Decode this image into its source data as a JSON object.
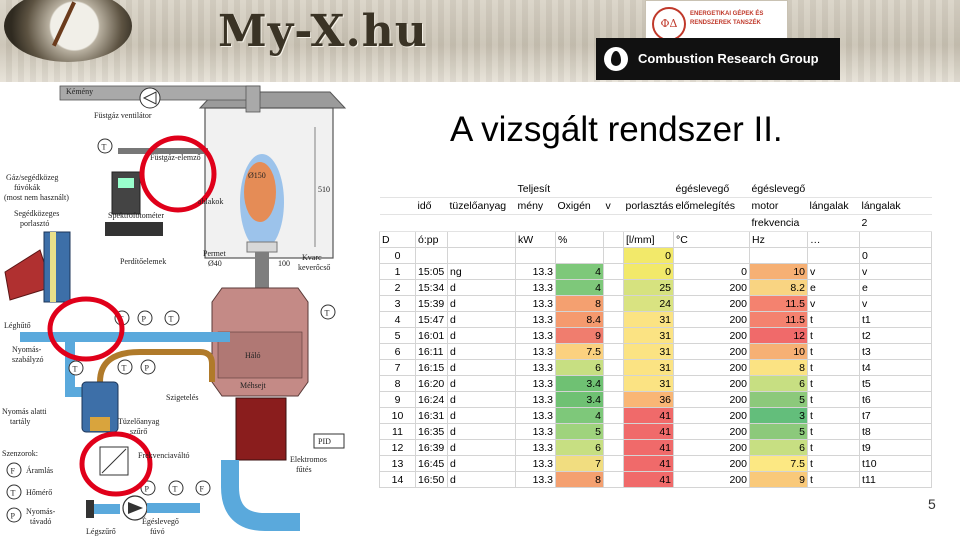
{
  "header": {
    "site_title": "My-X.hu",
    "dept_logo": {
      "emblem": "ΦΔ",
      "lines": [
        "ENERGETIKAI GÉPEK ÉS",
        "RENDSZEREK TANSZÉK",
        ""
      ]
    },
    "crg_logo": "Combustion Research Group"
  },
  "slide": {
    "title": "A vizsgált rendszer II.",
    "page_number": "5"
  },
  "diagram": {
    "labels": {
      "kemeny": "Kémény",
      "fustgaz_ventilator": "Füstgáz ventilátor",
      "fustgaz_elemzo": "Füstgáz-elemző",
      "ablakok": "ablakok",
      "gaz_segedkozeg": "Gáz/segédközeg",
      "furokak": "fúvókák",
      "nem_hasznalt": "(most nem használt)",
      "segedkozeges": "Segédközeges",
      "porlaszto": "porlasztó",
      "spektrofotometer": "Spektrofotométer",
      "perditoelemek": "Perdítőelemek",
      "permet": "Permet",
      "permet_d": "Ø40",
      "kvarc1": "Kvarc",
      "kvarc2": "keverőcső",
      "leghuto": "Léghűtő",
      "nyomas_szabalyzo1": "Nyomás-",
      "nyomas_szabalyzo2": "szabályzó",
      "halo": "Háló",
      "mehsejt": "Méhsejt",
      "szigeteles": "Szigetelés",
      "nyomas_alatti1": "Nyomás alatti",
      "nyomas_alatti2": "tartály",
      "tuzeloanyag1": "Tüzelőanyag",
      "tuzeloanyag2": "szűrő",
      "szenzorok": "Szenzorok:",
      "aramlas": "Áramlás",
      "homero": "Hőmérő",
      "nyomastavado1": "Nyomás-",
      "nyomastavado2": "távadó",
      "frekvenciavalto": "Frekvenciaváltó",
      "pid": "PID",
      "elektromos1": "Elektromos",
      "elektromos2": "fűtés",
      "egeslevego1": "Égéslevegő",
      "egeslevego2": "fúvó",
      "legszuro": "Légszűrő",
      "dim_1150": "Ø150",
      "dim_510": "510",
      "dim_100": "100",
      "sym_T": "T",
      "sym_P": "P",
      "sym_F": "F"
    },
    "colors": {
      "air_pipe": "#5aa9dc",
      "fuel_pipe": "#b07a2a",
      "chamber": "#c48a86",
      "highlight": "#e0001a"
    }
  },
  "table": {
    "header_row_1": [
      "",
      "",
      "",
      "Teljesít",
      "",
      "",
      "",
      "égéslevegő",
      "égéslevegő",
      "",
      ""
    ],
    "header_row_2": [
      "",
      "idő",
      "tüzelőanyag",
      "mény",
      "Oxigén",
      "v",
      "porlasztás",
      "előmelegítés",
      "motor",
      "lángalak",
      "lángalak"
    ],
    "header_row_3": [
      "",
      "",
      "",
      "",
      "",
      "",
      "",
      "",
      "frekvencia",
      "",
      "2"
    ],
    "units_row": [
      "D",
      "ó:pp",
      "",
      "kW",
      "%",
      "",
      "[l/mm]",
      "°C",
      "Hz",
      "…",
      ""
    ],
    "rows": [
      [
        "0",
        "",
        "",
        "",
        "",
        "",
        "0",
        "",
        "",
        "",
        "0"
      ],
      [
        "1",
        "15:05",
        "ng",
        "13.3",
        "4",
        "",
        "0",
        "0",
        "10",
        "v",
        "v"
      ],
      [
        "2",
        "15:34",
        "d",
        "13.3",
        "4",
        "",
        "25",
        "200",
        "8.2",
        "e",
        "e"
      ],
      [
        "3",
        "15:39",
        "d",
        "13.3",
        "8",
        "",
        "24",
        "200",
        "11.5",
        "v",
        "v"
      ],
      [
        "4",
        "15:47",
        "d",
        "13.3",
        "8.4",
        "",
        "31",
        "200",
        "11.5",
        "t",
        "t1"
      ],
      [
        "5",
        "16:01",
        "d",
        "13.3",
        "9",
        "",
        "31",
        "200",
        "12",
        "t",
        "t2"
      ],
      [
        "6",
        "16:11",
        "d",
        "13.3",
        "7.5",
        "",
        "31",
        "200",
        "10",
        "t",
        "t3"
      ],
      [
        "7",
        "16:15",
        "d",
        "13.3",
        "6",
        "",
        "31",
        "200",
        "8",
        "t",
        "t4"
      ],
      [
        "8",
        "16:20",
        "d",
        "13.3",
        "3.4",
        "",
        "31",
        "200",
        "6",
        "t",
        "t5"
      ],
      [
        "9",
        "16:24",
        "d",
        "13.3",
        "3.4",
        "",
        "36",
        "200",
        "5",
        "t",
        "t6"
      ],
      [
        "10",
        "16:31",
        "d",
        "13.3",
        "4",
        "",
        "41",
        "200",
        "3",
        "t",
        "t7"
      ],
      [
        "11",
        "16:35",
        "d",
        "13.3",
        "5",
        "",
        "41",
        "200",
        "5",
        "t",
        "t8"
      ],
      [
        "12",
        "16:39",
        "d",
        "13.3",
        "6",
        "",
        "41",
        "200",
        "6",
        "t",
        "t9"
      ],
      [
        "13",
        "16:45",
        "d",
        "13.3",
        "7",
        "",
        "41",
        "200",
        "7.5",
        "t",
        "t10"
      ],
      [
        "14",
        "16:50",
        "d",
        "13.3",
        "8",
        "",
        "41",
        "200",
        "9",
        "t",
        "t11"
      ]
    ],
    "cell_colors": {
      "oxigen": [
        "",
        "#7ec87a",
        "#7ec87a",
        "#f4a070",
        "#f59a6e",
        "#f07d6e",
        "#fbd17f",
        "#c7df82",
        "#6fc173",
        "#6fc173",
        "#7ec87a",
        "#9fd37d",
        "#c7df82",
        "#f1dd80",
        "#f4a070"
      ],
      "porlasztas": [
        "#f2e96a",
        "#f2e96a",
        "#d6e27f",
        "#d9e381",
        "#fbe383",
        "#fbe383",
        "#fbe383",
        "#fbe383",
        "#fbe383",
        "#f9b675",
        "#f06a6a",
        "#f06a6a",
        "#f06a6a",
        "#f06a6a",
        "#f06a6a"
      ],
      "frekvencia": [
        "",
        "#f6b074",
        "#f9d482",
        "#f4826f",
        "#f4826f",
        "#f06a6a",
        "#f6b074",
        "#fbe383",
        "#c7df82",
        "#8cc97b",
        "#63be7b",
        "#8cc97b",
        "#c7df82",
        "#fce883",
        "#f9c97a"
      ]
    }
  }
}
